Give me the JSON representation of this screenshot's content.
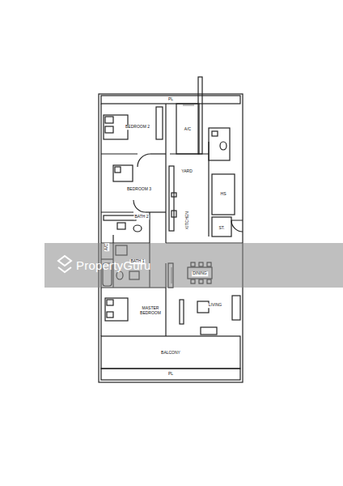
{
  "diagram": {
    "labels": [
      "PL",
      "BEDROOM 2",
      "BEDROOM 3",
      "A/C",
      "YARD",
      "HS",
      "KITCHEN",
      "ST.",
      "BATH 2",
      "A/C",
      "BATH 1",
      "DINING",
      "LIVING",
      "MASTER BEDROOM",
      "BALCONY",
      "PL",
      "PropertyGuru"
    ]
  }
}
